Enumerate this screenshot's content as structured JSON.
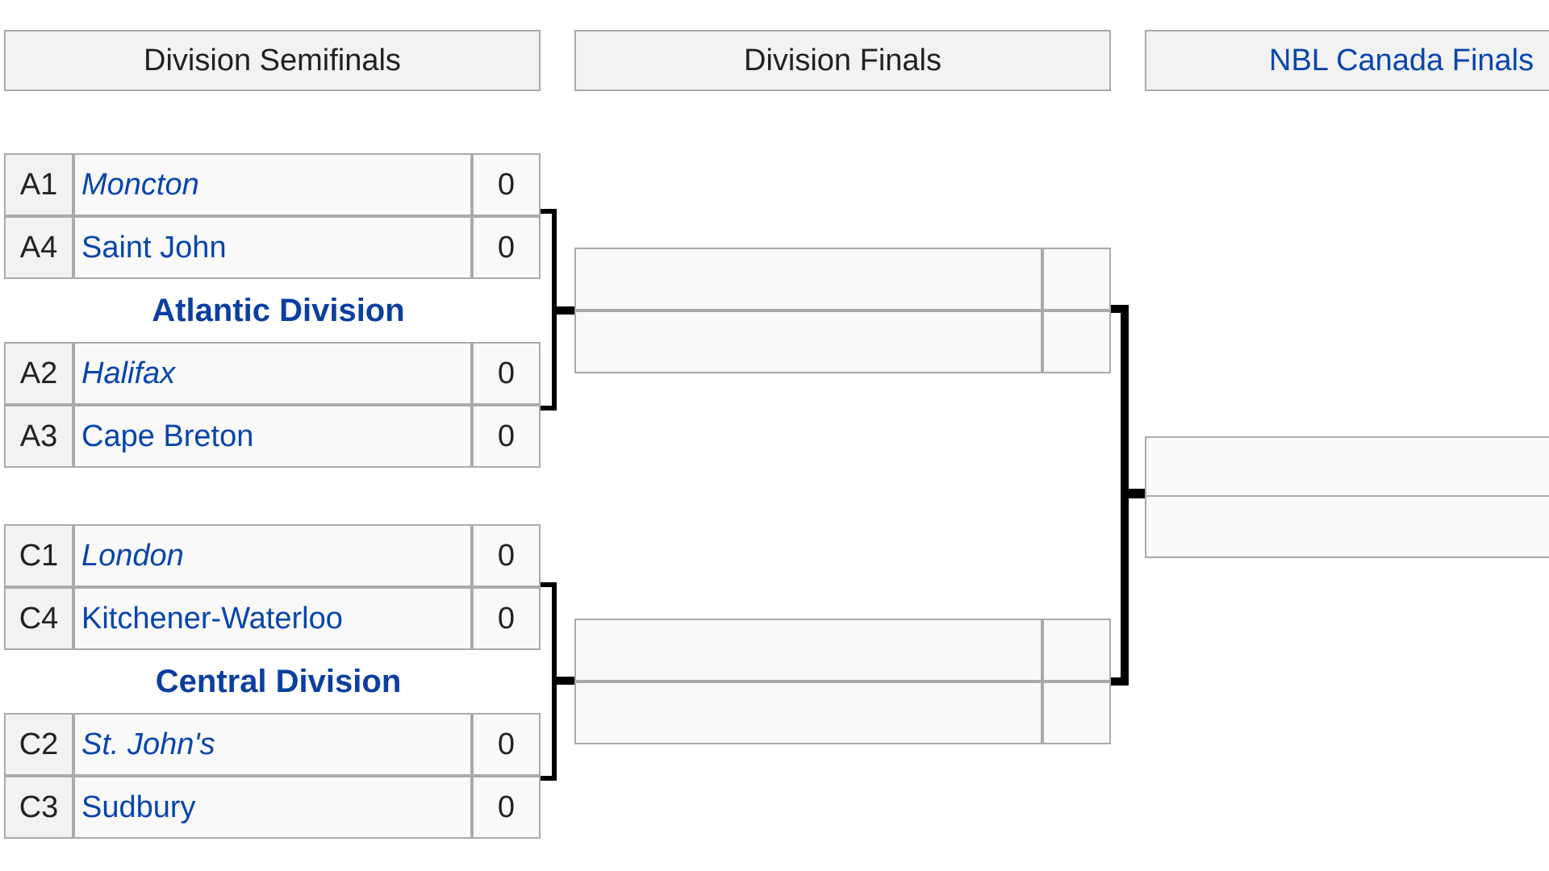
{
  "rounds": {
    "semifinals": "Division Semifinals",
    "division_finals": "Division Finals",
    "finals": "NBL Canada Finals"
  },
  "atlantic": {
    "label": "Atlantic Division",
    "matchup1": [
      {
        "seed": "A1",
        "team": "Moncton",
        "score": "0"
      },
      {
        "seed": "A4",
        "team": "Saint John",
        "score": "0"
      }
    ],
    "matchup2": [
      {
        "seed": "A2",
        "team": "Halifax",
        "score": "0"
      },
      {
        "seed": "A3",
        "team": "Cape Breton",
        "score": "0"
      }
    ]
  },
  "central": {
    "label": "Central Division",
    "matchup1": [
      {
        "seed": "C1",
        "team": "London",
        "score": "0"
      },
      {
        "seed": "C4",
        "team": "Kitchener-Waterloo",
        "score": "0"
      }
    ],
    "matchup2": [
      {
        "seed": "C2",
        "team": "St. John's",
        "score": "0"
      },
      {
        "seed": "C3",
        "team": "Sudbury",
        "score": "0"
      }
    ]
  }
}
